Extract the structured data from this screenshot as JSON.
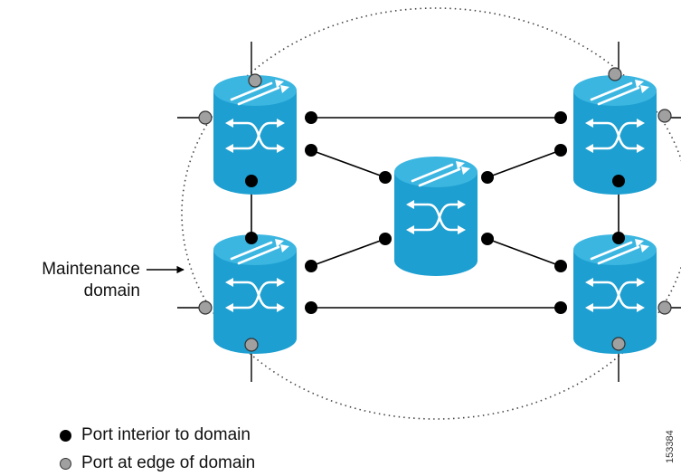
{
  "diagram": {
    "domain_label_line1": "Maintenance",
    "domain_label_line2": "domain",
    "legend": {
      "interior": "Port interior to domain",
      "edge": "Port at edge of domain"
    },
    "figure_id": "153384",
    "colors": {
      "router_top": "#3bb6e1",
      "router_body": "#1d9fd1",
      "interior_port": "#000000",
      "edge_port": "#a0a0a0",
      "line": "#000000"
    }
  }
}
